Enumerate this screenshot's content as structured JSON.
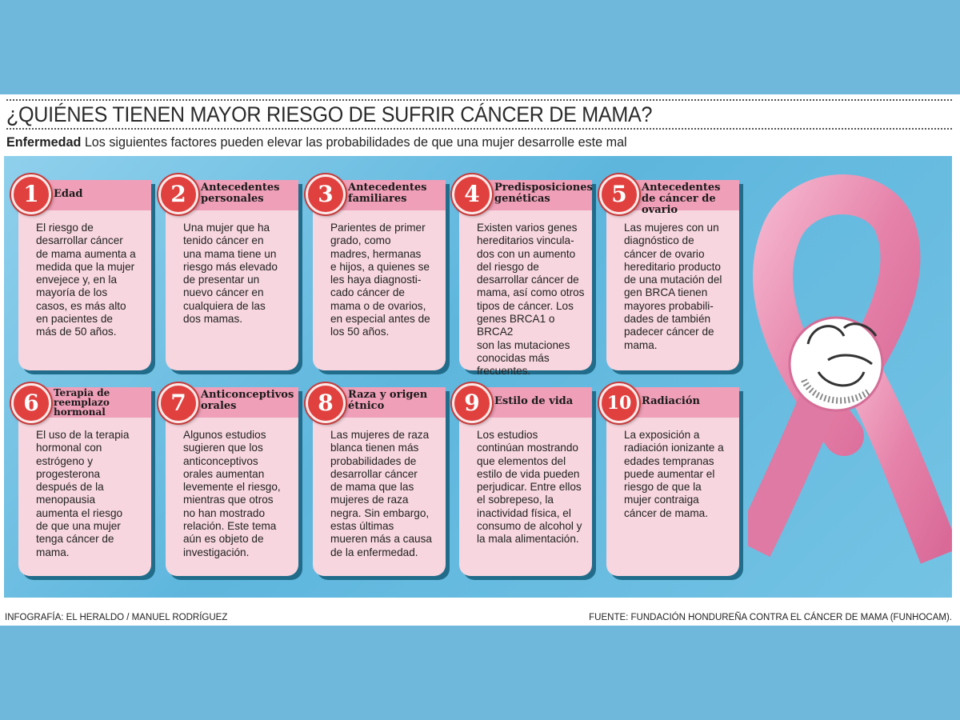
{
  "title": "¿QUIÉNES TIENEN MAYOR RIESGO DE SUFRIR CÁNCER DE MAMA?",
  "subtitle": {
    "lead": "Enfermedad",
    "text": " Los siguientes factores pueden elevar las probabilidades de que una mujer desarrolle este mal"
  },
  "factors": [
    {
      "number": "1",
      "title": "Edad",
      "text": "El riesgo de\ndesarrollar cáncer\nde mama aumenta a\nmedida que la mujer\nenvejece y, en la\nmayoría de los\ncasos, es más alto\nen pacientes de\nmás de 50 años."
    },
    {
      "number": "2",
      "title": "Antecedentes personales",
      "text": "Una mujer que ha\ntenido cáncer en\nuna mama tiene un\nriesgo más elevado\nde presentar un\nnuevo cáncer en\ncualquiera de las\ndos mamas."
    },
    {
      "number": "3",
      "title": "Antecedentes familiares",
      "text": "Parientes de primer\ngrado, como\nmadres, hermanas\ne hijos, a quienes se\nles haya diagnosti-\ncado cáncer de\nmama o de ovarios,\nen especial antes de\nlos 50 años."
    },
    {
      "number": "4",
      "title": "Predisposiciones genéticas",
      "text": "Existen varios genes\nhereditarios vincula-\ndos con un aumento\ndel riesgo de\ndesarrollar cáncer de\nmama, así como otros\ntipos de cáncer. Los\ngenes BRCA1 o BRCA2\nson las mutaciones\nconocidas más\nfrecuentes."
    },
    {
      "number": "5",
      "title": "Antecedentes de cáncer de ovario",
      "text": "Las mujeres con un\ndiagnóstico de\ncáncer de ovario\nhereditario producto\nde una mutación del\ngen BRCA tienen\nmayores probabili-\ndades de también\npadecer cáncer de\nmama."
    },
    {
      "number": "6",
      "title": "Terapia de reemplazo hormonal",
      "text": "El uso de la terapia\nhormonal con\nestrógeno y\nprogesterona\ndespués de la\nmenopausia\naumenta el riesgo\nde que una mujer\ntenga cáncer de\nmama."
    },
    {
      "number": "7",
      "title": "Anticonceptivos orales",
      "text": "Algunos estudios\nsugieren que los\nanticonceptivos\norales aumentan\nlevemente el riesgo,\nmientras que otros\nno han mostrado\nrelación. Este tema\naún es objeto de\ninvestigación."
    },
    {
      "number": "8",
      "title": "Raza y origen étnico",
      "text": "Las mujeres de raza\nblanca tienen más\nprobabilidades de\ndesarrollar cáncer\nde mama que las\nmujeres de raza\nnegra. Sin embargo,\nestas últimas\nmueren más a causa\nde la enfermedad."
    },
    {
      "number": "9",
      "title": "Estilo de vida",
      "text": "Los estudios\ncontinúan mostrando\nque elementos del\nestilo de vida pueden\nperjudicar. Entre ellos\nel sobrepeso, la\ninactividad física, el\nconsumo de alcohol y\nla mala alimentación."
    },
    {
      "number": "10",
      "title": "Radiación",
      "text": "La exposición a\nradiación ionizante a\nedades tempranas\npuede aumentar el\nriesgo de que la\nmujer contraiga\ncáncer de mama."
    }
  ],
  "footer": {
    "credit": "INFOGRAFÍA: EL HERALDO / MANUEL RODRÍGUEZ",
    "source": "FUENTE:  FUNDACIÓN HONDUREÑA CONTRA EL CÁNCER DE MAMA (FUNHOCAM)."
  },
  "colors": {
    "background_blue": "#6fb8dc",
    "card_pink": "#f7d6df",
    "header_pink": "#ef9fb8",
    "number_red": "#e0413f",
    "ribbon_pink": "#e98bb0"
  },
  "icons": {
    "ribbon": "pink-ribbon-icon",
    "self_exam": "breast-self-exam-icon"
  }
}
